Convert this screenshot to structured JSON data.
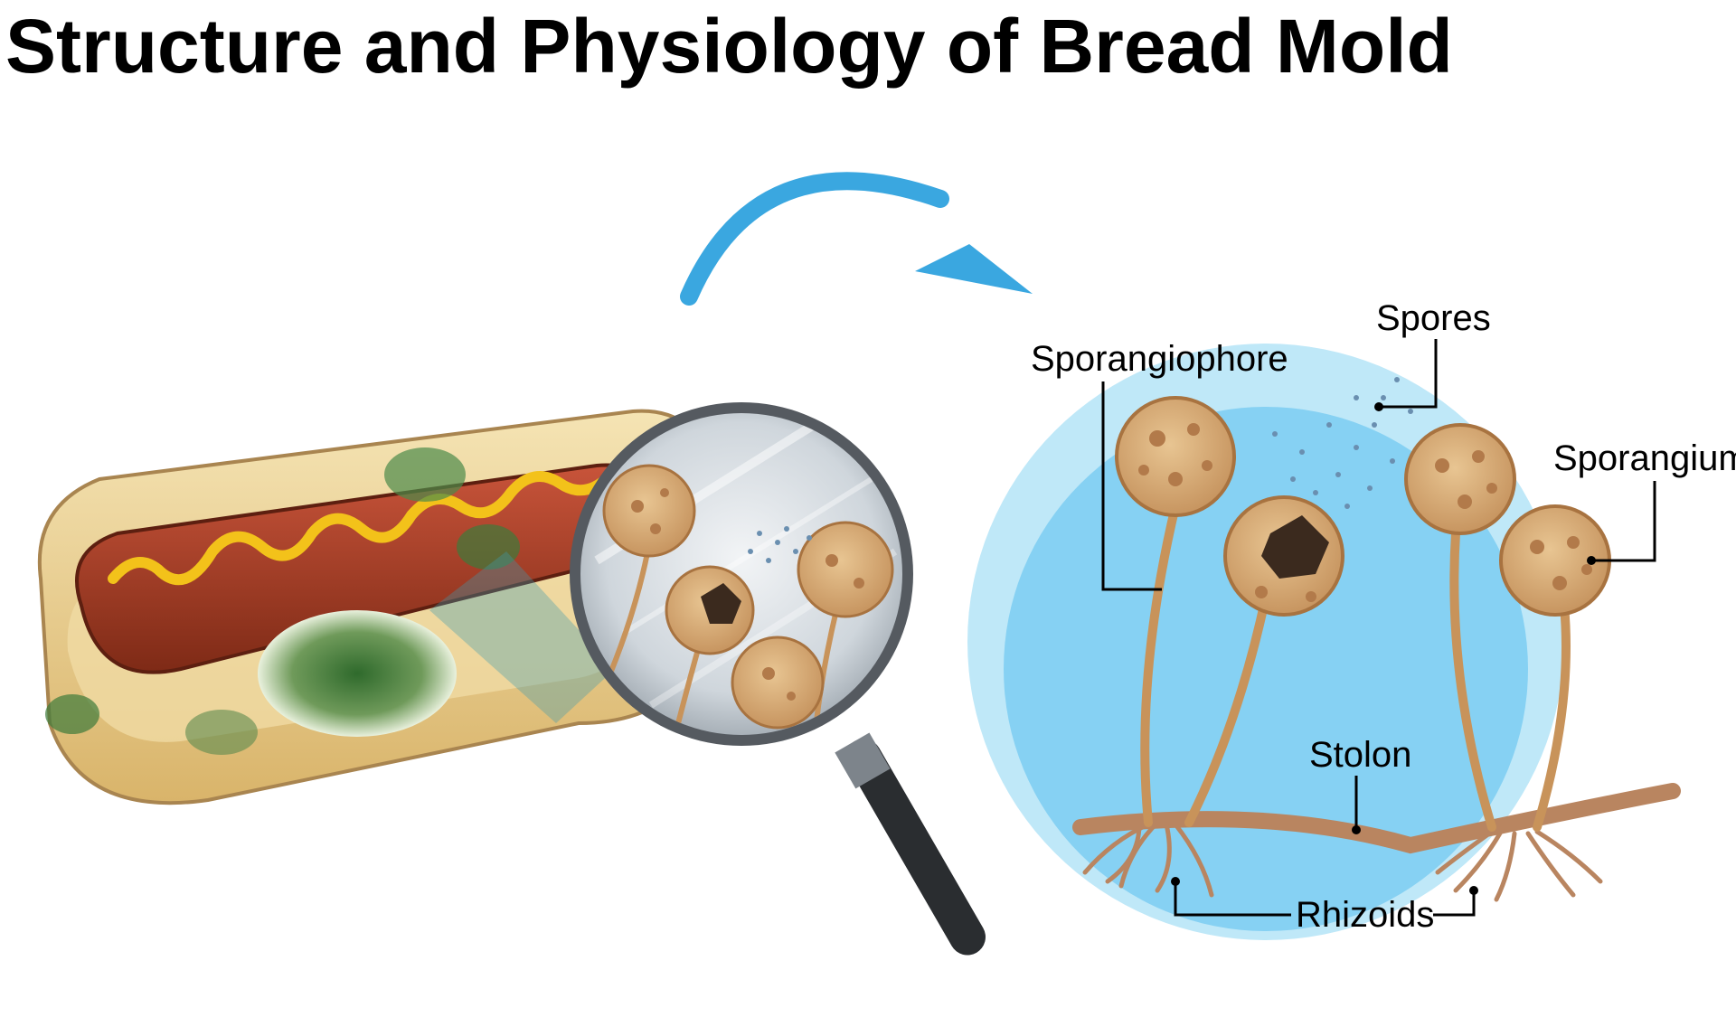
{
  "title": "Structure and Physiology of Bread Mold",
  "labels": {
    "sporangiophore": "Sporangiophore",
    "spores": "Spores",
    "sporangium": "Sporangium",
    "stolon": "Stolon",
    "rhizoids": "Rhizoids"
  },
  "colors": {
    "arrow": "#3aa7e0",
    "circle_outer": "#bfe8f8",
    "circle_inner": "#86d1f3",
    "sporangium_fill": "#d4a872",
    "sporangium_spot": "#b27a4a",
    "stalk": "#c8935a",
    "stolon": "#b98560",
    "mold_green": "#3d7a3a",
    "bread": "#efd69a",
    "sausage": "#9b3b22",
    "mustard": "#f3c21a",
    "magnifier_frame": "#555a60"
  },
  "icons": {
    "arrow": "curved-arrow-icon",
    "magnifier": "magnifying-glass-icon"
  }
}
